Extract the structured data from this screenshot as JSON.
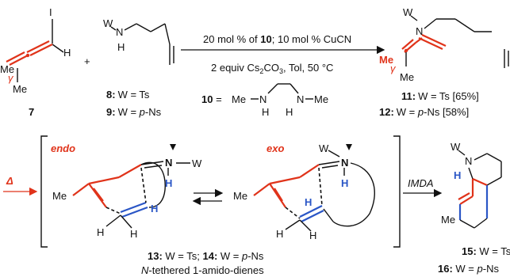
{
  "top": {
    "cmpd7": {
      "iodo": "I",
      "methyl1": "Me",
      "methyl2": "Me",
      "gamma": "γ",
      "h": "H",
      "number": "7"
    },
    "plus": "+",
    "amine": {
      "w": "W",
      "n": "N",
      "h": "H",
      "label8_num": "8:",
      "label8_text": "W = Ts",
      "label9_num": "9:",
      "label9_text": "W = ",
      "label9_pns": "p",
      "label9_tail": "-Ns"
    },
    "conditions": {
      "above_pre": "20 mol % of ",
      "above_cat": "10",
      "above_post": "; 10 mol % CuCN",
      "below_a": "2 equiv Cs",
      "below_sub1": "2",
      "below_b": "CO",
      "below_sub2": "3",
      "below_c": ", Tol, 50 °C"
    },
    "ligand": {
      "num": "10",
      "eq": " = ",
      "me_left": "Me",
      "n_left": "N",
      "n_right": "N",
      "me_right": "Me",
      "h_left": "H",
      "h_right": "H"
    },
    "product": {
      "w": "W",
      "n": "N",
      "me1": "Me",
      "me2": "Me",
      "gamma": "γ",
      "label11_num": "11:",
      "label11_text": "W = Ts [65%]",
      "label12_num": "12:",
      "label12_text": "W = ",
      "label12_p": "p",
      "label12_tail": "-Ns [58%]"
    }
  },
  "bottom": {
    "delta": "Δ",
    "endo": {
      "title": "endo",
      "me": "Me",
      "n": "N",
      "w": "W",
      "h_blue1": "H",
      "h_blue2": "H",
      "h1": "H",
      "h2": "H"
    },
    "exo": {
      "title": "exo",
      "me": "Me",
      "n": "N",
      "w": "W",
      "h_blue1": "H",
      "h_blue2": "H",
      "h1": "H",
      "h2": "H"
    },
    "caption1_num13": "13:",
    "caption1_a": " W = Ts; ",
    "caption1_num14": "14:",
    "caption1_b": " W = ",
    "caption1_p": "p",
    "caption1_c": "-Ns",
    "caption2_n": "N",
    "caption2_rest": "-tethered 1-amido-dienes",
    "imda": "IMDA",
    "product": {
      "w": "W",
      "n": "N",
      "h": "H",
      "me": "Me",
      "label15_num": "15:",
      "label15_text": " W = Ts",
      "label16_num": "16:",
      "label16_text": " W = ",
      "label16_p": "p",
      "label16_tail": "-Ns"
    }
  }
}
